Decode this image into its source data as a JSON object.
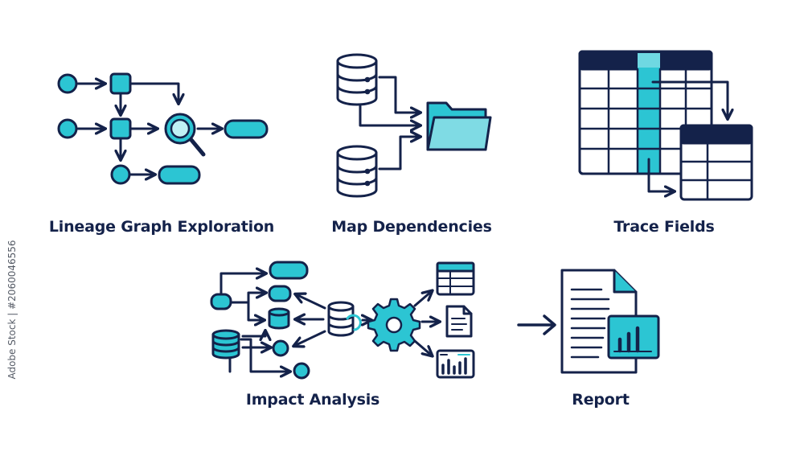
{
  "captions": {
    "lineage": "Lineage Graph Exploration",
    "map": "Map Dependencies",
    "trace": "Trace Fields",
    "impact": "Impact Analysis",
    "report": "Report"
  },
  "watermark": "Adobe Stock | #2060046556",
  "colors": {
    "navy": "#14224a",
    "teal": "#2cc5d3",
    "background": "#ffffff"
  },
  "icons": [
    "lineage-graph-icon",
    "map-dependencies-icon",
    "trace-fields-icon",
    "impact-analysis-icon",
    "report-icon"
  ]
}
